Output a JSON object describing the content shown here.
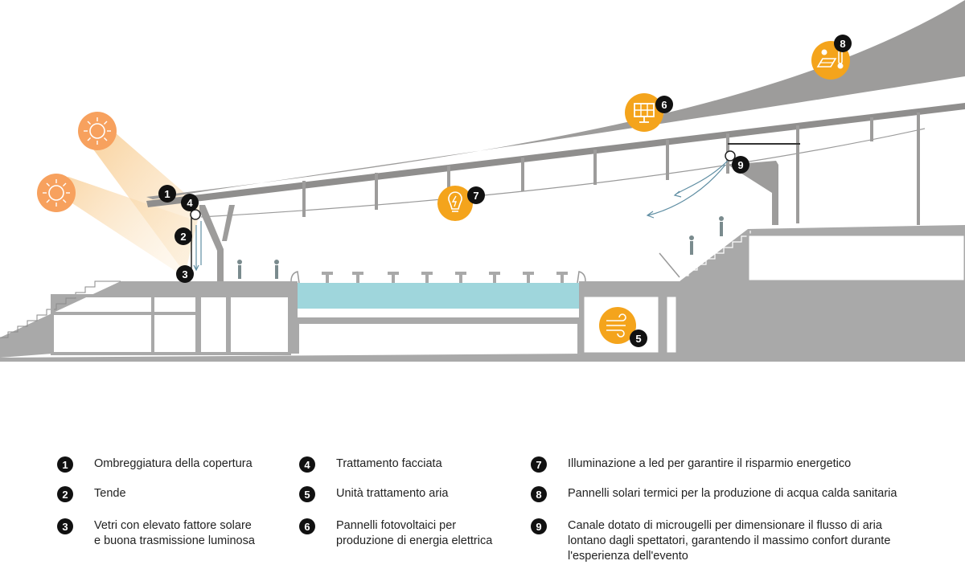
{
  "diagram": {
    "markers": [
      {
        "num": "1"
      },
      {
        "num": "2"
      },
      {
        "num": "3"
      },
      {
        "num": "4"
      },
      {
        "num": "5"
      },
      {
        "num": "6"
      },
      {
        "num": "7"
      },
      {
        "num": "8"
      },
      {
        "num": "9"
      }
    ],
    "icons": {
      "sun": "sun-icon",
      "lightbulb": "lightbulb-icon",
      "solar_panel": "solar-panel-icon",
      "wind": "wind-icon",
      "solar_thermal": "solar-thermal-icon"
    },
    "colors": {
      "structure": "#a9a9a9",
      "roof": "#9d9c9b",
      "water": "#9fd6dc",
      "icon_orange": "#f4a41c",
      "sun_orange": "#f7a15e",
      "marker": "#111111",
      "airflow": "#5f8ea3"
    }
  },
  "legend": {
    "items": [
      {
        "num": "1",
        "lines": [
          "Ombreggiatura della copertura"
        ]
      },
      {
        "num": "2",
        "lines": [
          "Tende"
        ]
      },
      {
        "num": "3",
        "lines": [
          "Vetri con elevato fattore solare",
          "e buona trasmissione luminosa"
        ]
      },
      {
        "num": "4",
        "lines": [
          "Trattamento facciata"
        ]
      },
      {
        "num": "5",
        "lines": [
          "Unità trattamento aria"
        ]
      },
      {
        "num": "6",
        "lines": [
          "Pannelli fotovoltaici per",
          "produzione di energia elettrica"
        ]
      },
      {
        "num": "7",
        "lines": [
          "Illuminazione a led per garantire il risparmio energetico"
        ]
      },
      {
        "num": "8",
        "lines": [
          "Pannelli solari termici per la produzione di acqua calda sanitaria"
        ]
      },
      {
        "num": "9",
        "lines": [
          "Canale dotato di microugelli per dimensionare il flusso di aria",
          "lontano dagli spettatori, garantendo il massimo confort durante",
          "l'esperienza dell'evento"
        ]
      }
    ]
  }
}
